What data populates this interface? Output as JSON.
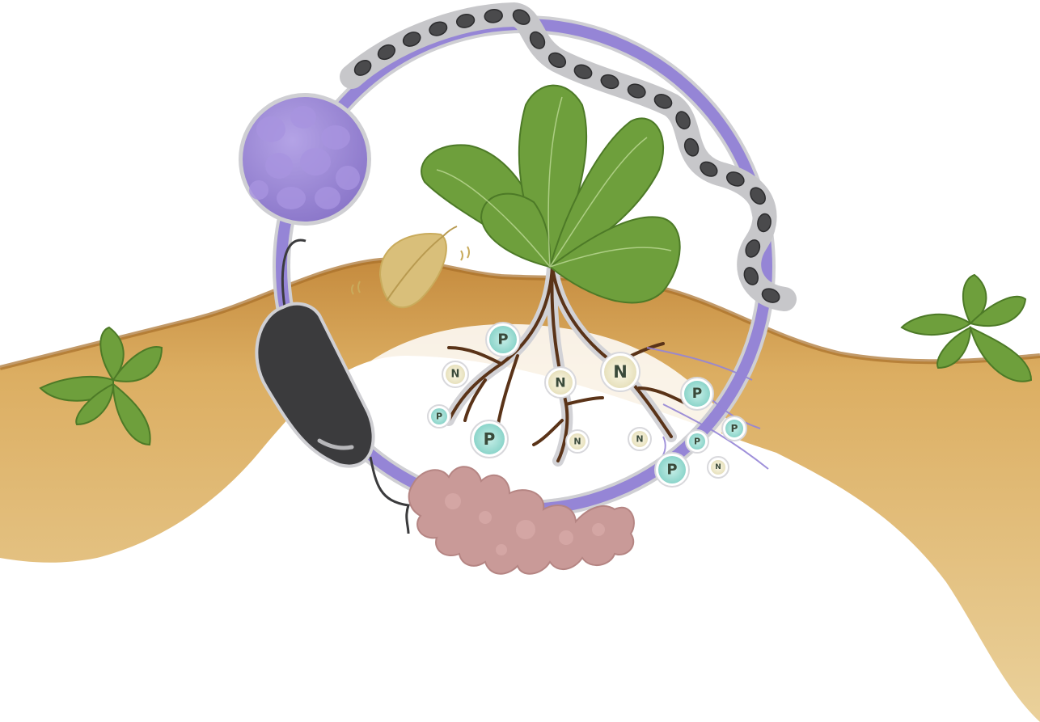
{
  "colors": {
    "soil_light": "#ead19b",
    "soil_mid": "#dcae62",
    "soil_dark": "#b9843a",
    "ring": "#9585d6",
    "leaf": "#6e9f3c",
    "leaf_dark": "#4d7a27",
    "root": "#5a3318",
    "bacterium": "#3b3b3d",
    "fungus_ball": "#9b86d4",
    "protozoa_blob": "#c99a98",
    "dry_leaf": "#d9bf7a",
    "chain_cell": "#4a4a4c",
    "phosphorus_nodule": "#9fd9d0",
    "nitrogen_nodule": "#f1ecd2"
  },
  "nutrients": {
    "phosphorus_label": "P",
    "nitrogen_label": "N"
  },
  "nodules": [
    {
      "type": "P"
    },
    {
      "type": "N"
    },
    {
      "type": "N"
    },
    {
      "type": "N"
    },
    {
      "type": "P"
    },
    {
      "type": "P"
    },
    {
      "type": "P"
    },
    {
      "type": "N"
    },
    {
      "type": "N"
    },
    {
      "type": "P"
    },
    {
      "type": "P"
    },
    {
      "type": "N"
    },
    {
      "type": "P"
    }
  ],
  "chain_cell_count": 22
}
